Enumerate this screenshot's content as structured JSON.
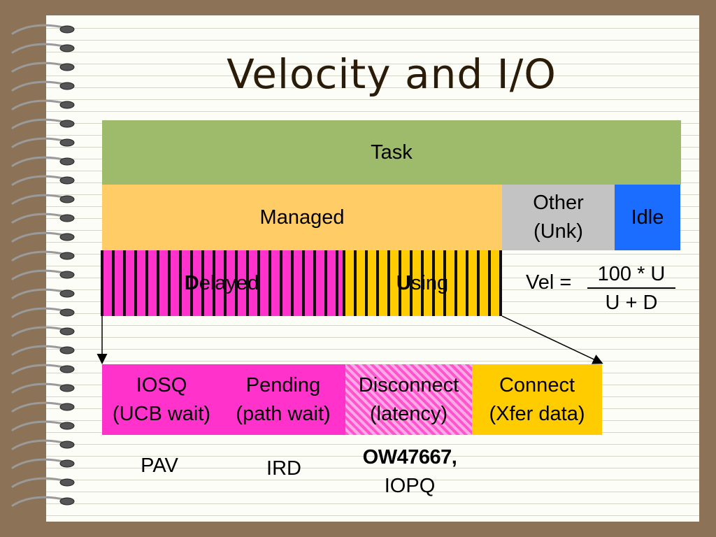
{
  "title": "Velocity and I/O",
  "task": "Task",
  "managed": "Managed",
  "other": {
    "line1": "Other",
    "line2": "(Unk)"
  },
  "idle": "Idle",
  "delayed": {
    "initial": "D",
    "rest": "elayed"
  },
  "using": {
    "initial": "U",
    "rest": "sing"
  },
  "formula": {
    "lhs": "Vel =",
    "numerator": "100 * U",
    "denominator": "U + D"
  },
  "components": [
    {
      "line1": "IOSQ",
      "line2": "(UCB wait)"
    },
    {
      "line1": "Pending",
      "line2": "(path wait)"
    },
    {
      "line1": "Disconnect",
      "line2": "(latency)"
    },
    {
      "line1": "Connect",
      "line2": "(Xfer data)"
    }
  ],
  "annotations": {
    "pav": "PAV",
    "ird": "IRD",
    "ow": "OW47667,",
    "iopq": "IOPQ"
  },
  "colors": {
    "task": "#9dbb6a",
    "managed": "#ffcc66",
    "other": "#c3c3c3",
    "idle": "#1a6dff",
    "delayed": "#ff33cc",
    "using": "#ffcc00",
    "connect": "#ffcc00"
  }
}
